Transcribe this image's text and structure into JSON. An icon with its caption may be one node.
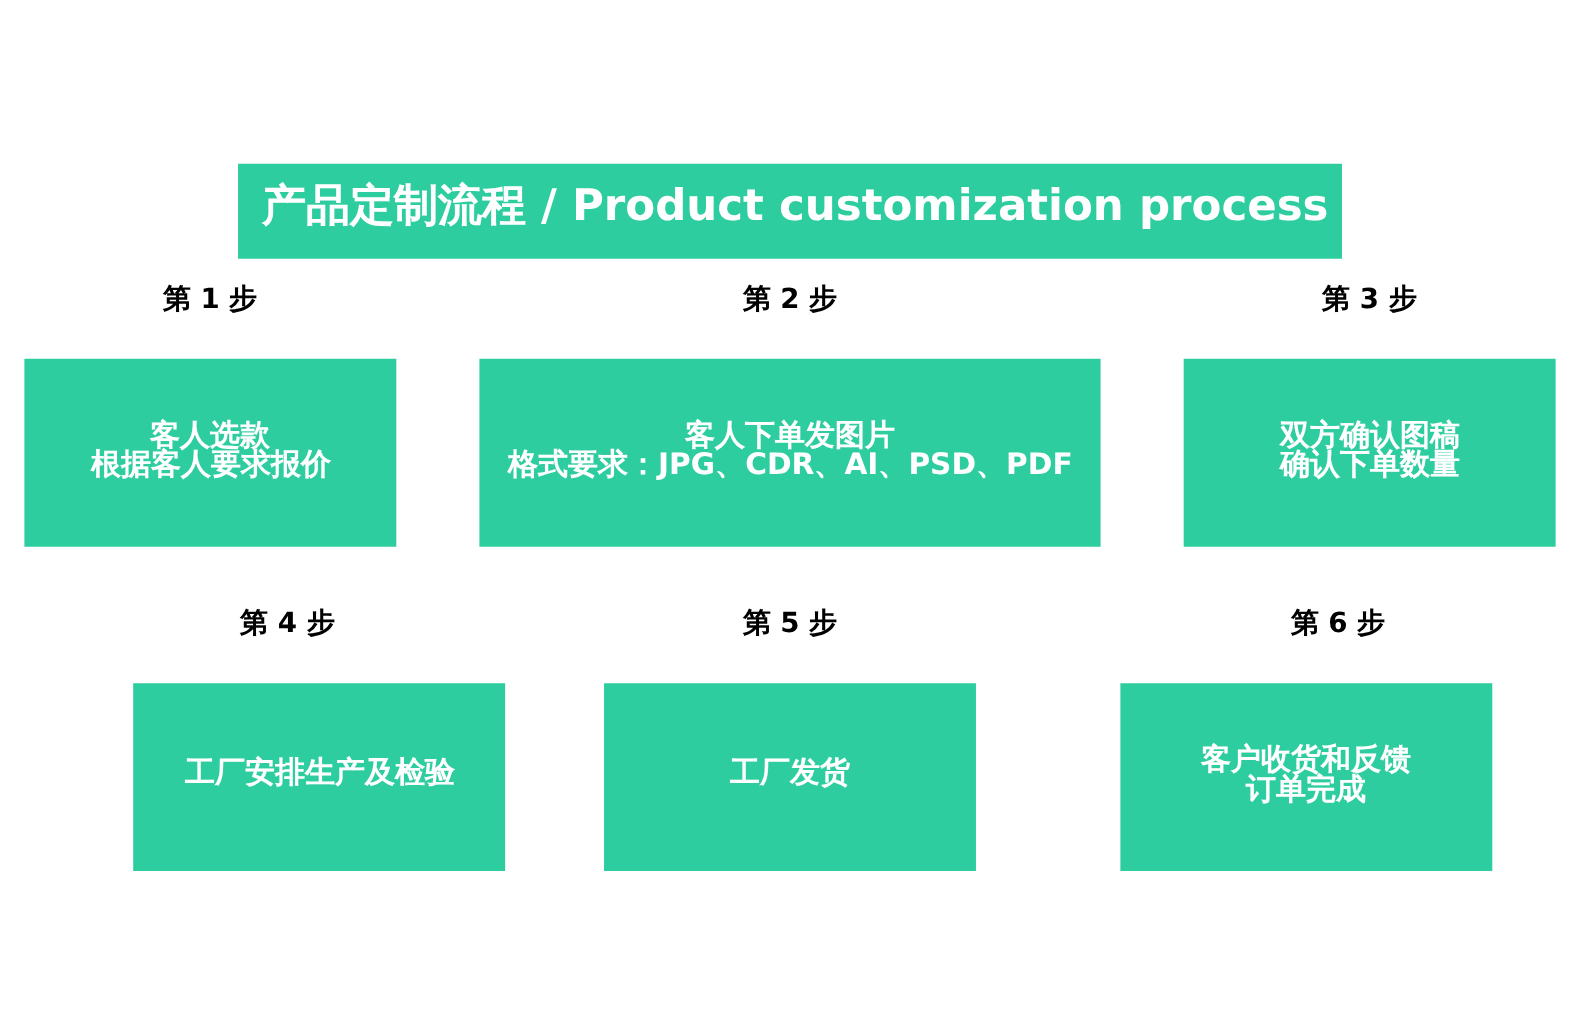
{
  "diagram": {
    "title": "产品定制流程 / Product customization process",
    "nodes": [
      {
        "text": [
          "客人选款",
          "根据客人要求报价"
        ],
        "beside": [
          "第 1 步"
        ]
      },
      {
        "text": [
          "客人下单发图片",
          "格式要求：JPG、CDR、AI、PSD、PDF"
        ],
        "beside": [
          "第 2 步"
        ]
      },
      {
        "text": [
          "双方确认图稿",
          "确认下单数量"
        ],
        "beside": [
          "第 3 步"
        ]
      },
      {
        "text": [
          "工厂安排生产及检验"
        ],
        "beside": [
          "第 4 步"
        ]
      },
      {
        "text": [
          "工厂发货"
        ],
        "beside": [
          "第 5 步"
        ]
      },
      {
        "text": [
          "客户收货和反馈",
          "订单完成"
        ],
        "beside": [
          "第 6 步"
        ]
      }
    ],
    "edges": []
  }
}
